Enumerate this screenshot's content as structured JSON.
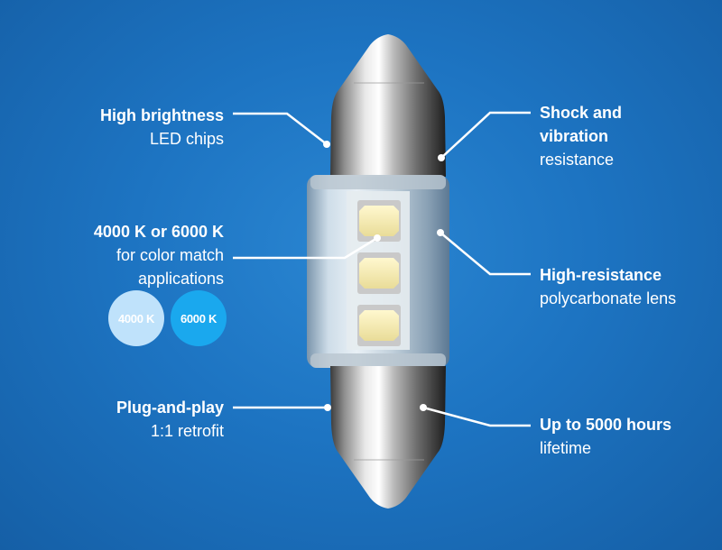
{
  "features": {
    "brightness": {
      "title": "High brightness",
      "sub": "LED chips"
    },
    "shock": {
      "title1": "Shock and",
      "title2": "vibration",
      "sub": "resistance"
    },
    "color": {
      "title": "4000 K or 6000 K",
      "sub1": "for color match",
      "sub2": "applications"
    },
    "lens": {
      "title": "High-resistance",
      "sub": "polycarbonate lens"
    },
    "plug": {
      "title": "Plug-and-play",
      "sub": "1:1 retrofit"
    },
    "lifetime": {
      "title": "Up to 5000 hours",
      "sub": "lifetime"
    }
  },
  "badges": {
    "warm": "4000 K",
    "cool": "6000 K"
  },
  "colors": {
    "background": "#1d74c2",
    "badge_warm": "#bfe2fb",
    "badge_cool": "#1aa8ee",
    "led": "#f6edb8"
  }
}
